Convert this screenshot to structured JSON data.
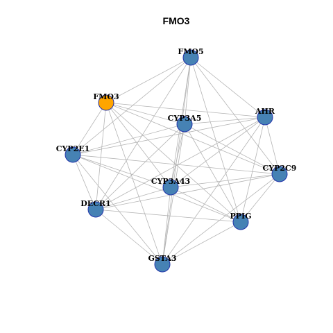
{
  "title": "FMO3",
  "colors": {
    "highlight": "#FFA500",
    "node": "#4682B4",
    "node_border": "#2233AA",
    "edge": "#B4B4B4"
  },
  "nodes": [
    {
      "id": "FMO5",
      "label": "FMO5",
      "highlight": false
    },
    {
      "id": "FMO3",
      "label": "FMO3",
      "highlight": true
    },
    {
      "id": "AHR",
      "label": "AHR",
      "highlight": false
    },
    {
      "id": "CYP3A5",
      "label": "CYP3A5",
      "highlight": false
    },
    {
      "id": "CYP2E1",
      "label": "CYP2E1",
      "highlight": false
    },
    {
      "id": "CYP2C9",
      "label": "CYP2C9",
      "highlight": false
    },
    {
      "id": "CYP3A43",
      "label": "CYP3A43",
      "highlight": false
    },
    {
      "id": "DECR1",
      "label": "DECR1",
      "highlight": false
    },
    {
      "id": "PPIG",
      "label": "PPIG",
      "highlight": false
    },
    {
      "id": "GSTA3",
      "label": "GSTA3",
      "highlight": false
    }
  ],
  "edges": [
    [
      "FMO5",
      "FMO3"
    ],
    [
      "FMO5",
      "AHR"
    ],
    [
      "FMO5",
      "CYP3A5"
    ],
    [
      "FMO5",
      "CYP2E1"
    ],
    [
      "FMO5",
      "CYP2C9"
    ],
    [
      "FMO5",
      "CYP3A43"
    ],
    [
      "FMO5",
      "DECR1"
    ],
    [
      "FMO5",
      "PPIG"
    ],
    [
      "FMO5",
      "GSTA3"
    ],
    [
      "FMO3",
      "AHR"
    ],
    [
      "FMO3",
      "CYP3A5"
    ],
    [
      "FMO3",
      "CYP2E1"
    ],
    [
      "FMO3",
      "CYP2C9"
    ],
    [
      "FMO3",
      "CYP3A43"
    ],
    [
      "FMO3",
      "DECR1"
    ],
    [
      "FMO3",
      "PPIG"
    ],
    [
      "FMO3",
      "GSTA3"
    ],
    [
      "AHR",
      "CYP3A5"
    ],
    [
      "AHR",
      "CYP2E1"
    ],
    [
      "AHR",
      "CYP2C9"
    ],
    [
      "AHR",
      "CYP3A43"
    ],
    [
      "AHR",
      "DECR1"
    ],
    [
      "AHR",
      "PPIG"
    ],
    [
      "AHR",
      "GSTA3"
    ],
    [
      "CYP3A5",
      "CYP2E1"
    ],
    [
      "CYP3A5",
      "CYP2C9"
    ],
    [
      "CYP3A5",
      "CYP3A43"
    ],
    [
      "CYP3A5",
      "DECR1"
    ],
    [
      "CYP3A5",
      "PPIG"
    ],
    [
      "CYP3A5",
      "GSTA3"
    ],
    [
      "CYP2E1",
      "CYP2C9"
    ],
    [
      "CYP2E1",
      "CYP3A43"
    ],
    [
      "CYP2E1",
      "DECR1"
    ],
    [
      "CYP2E1",
      "PPIG"
    ],
    [
      "CYP2E1",
      "GSTA3"
    ],
    [
      "CYP2C9",
      "CYP3A43"
    ],
    [
      "CYP2C9",
      "DECR1"
    ],
    [
      "CYP2C9",
      "PPIG"
    ],
    [
      "CYP2C9",
      "GSTA3"
    ],
    [
      "CYP3A43",
      "DECR1"
    ],
    [
      "CYP3A43",
      "PPIG"
    ],
    [
      "CYP3A43",
      "GSTA3"
    ],
    [
      "DECR1",
      "PPIG"
    ],
    [
      "DECR1",
      "GSTA3"
    ],
    [
      "PPIG",
      "GSTA3"
    ]
  ]
}
